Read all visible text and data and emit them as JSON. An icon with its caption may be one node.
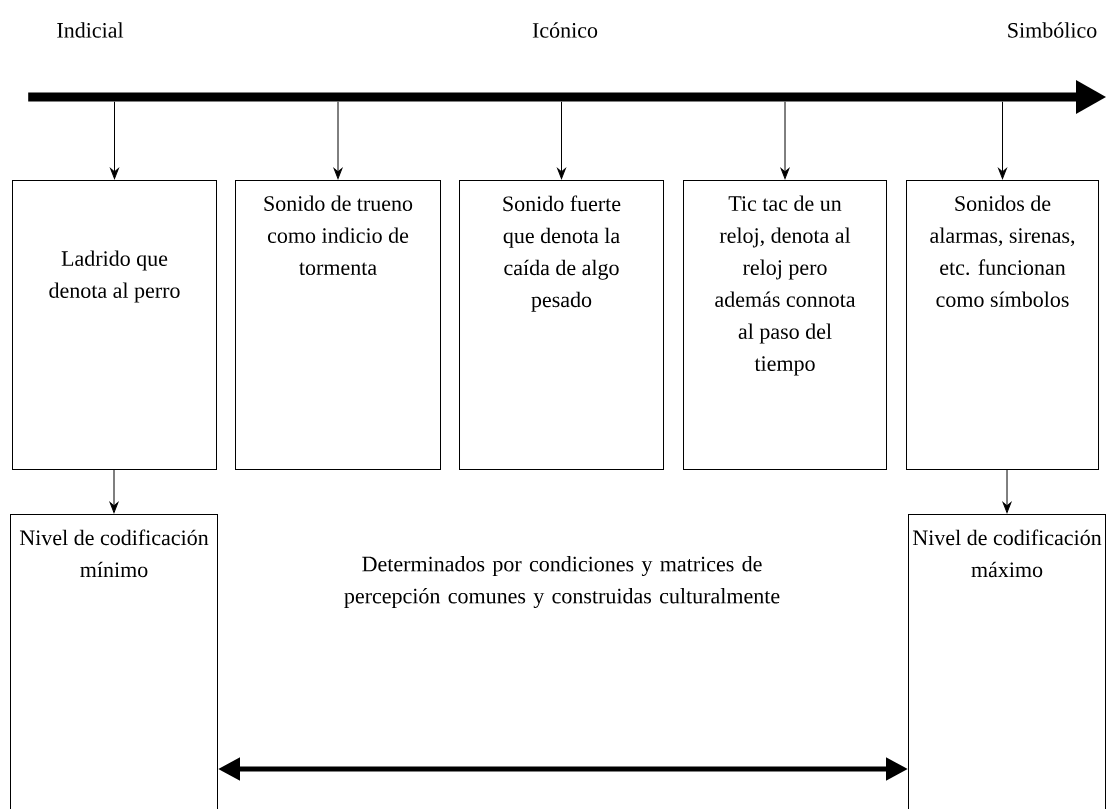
{
  "diagram": {
    "nodes": [
      {
        "text": [],
        "shape": "bar"
      },
      {
        "text": [
          "Ladrido que denota al perro"
        ]
      },
      {
        "text": [
          "Sonido de trueno como indicio de tormenta"
        ]
      },
      {
        "text": [
          "Sonido fuerte que denota la caída de algo pesado"
        ]
      },
      {
        "text": [
          "Tic tac de un reloj, denota al reloj pero además connota al paso del tiempo"
        ]
      },
      {
        "text": [
          "Sonidos de alarmas, sirenas, etc. funcionan como símbolos"
        ]
      },
      {
        "text": [
          "Nivel de codificación mínimo"
        ]
      },
      {
        "text": [
          "Nivel de codificación máximo"
        ]
      }
    ],
    "edges": [
      {
        "from": 0,
        "to": 1,
        "arrow": "to"
      },
      {
        "from": 0,
        "to": 2,
        "arrow": "to"
      },
      {
        "from": 0,
        "to": 3,
        "arrow": "to"
      },
      {
        "from": 0,
        "to": 4,
        "arrow": "to"
      },
      {
        "from": 0,
        "to": 5,
        "arrow": "to"
      },
      {
        "from": 1,
        "to": 6,
        "arrow": "to"
      },
      {
        "from": 5,
        "to": 7,
        "arrow": "to"
      },
      {
        "from": 6,
        "to": 7,
        "arrow": "both",
        "style": "thick"
      }
    ],
    "labels": [
      "Indicial",
      "Icónico",
      "Simbólico",
      "Determinados por condiciones y matrices de percepción comunes y construidas culturalmente"
    ]
  }
}
